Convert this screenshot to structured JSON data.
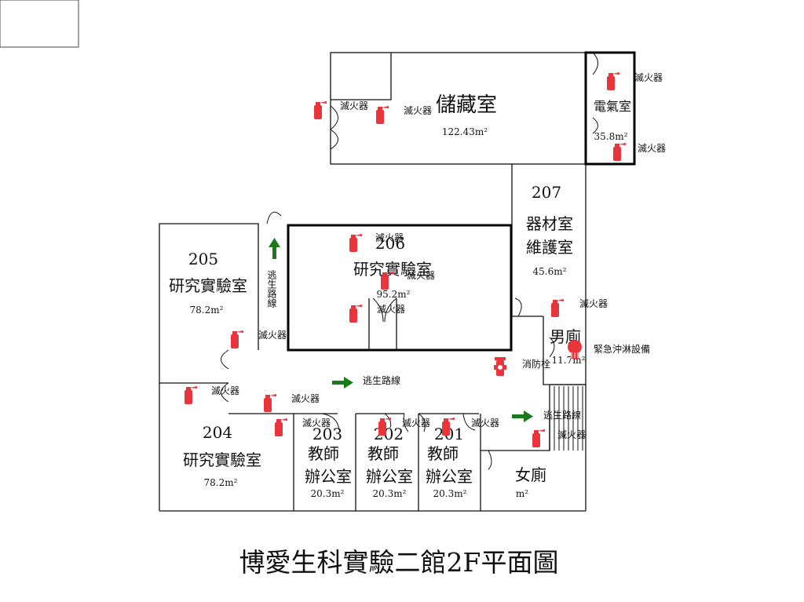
{
  "title": "博愛生科實驗二館2F平面圖",
  "labels": {
    "extinguisher": "滅火器",
    "hydrant": "消防栓",
    "emergency_shower": "緊急沖淋設備",
    "escape_route": "逃生路線"
  },
  "rooms": {
    "storage": {
      "name": "儲藏室",
      "area": "122.43m²"
    },
    "electrical": {
      "name": "電氣室",
      "area": "35.8m²"
    },
    "r207": {
      "number": "207",
      "name_line1": "器材室",
      "name_line2": "維護室",
      "area": "45.6m²"
    },
    "r206": {
      "number": "206",
      "name": "研究實驗室",
      "area": "95.2m²"
    },
    "r205": {
      "number": "205",
      "name": "研究實驗室",
      "area": "78.2m²"
    },
    "r204": {
      "number": "204",
      "name": "研究實驗室",
      "area": "78.2m²"
    },
    "r203": {
      "number": "203",
      "name_line1": "教師",
      "name_line2": "辦公室",
      "area": "20.3m²"
    },
    "r202": {
      "number": "202",
      "name_line1": "教師",
      "name_line2": "辦公室",
      "area": "20.3m²"
    },
    "r201": {
      "number": "201",
      "name_line1": "教師",
      "name_line2": "辦公室",
      "area": "20.3m²"
    },
    "mens_restroom": {
      "name": "男廁",
      "area": "11.7m²"
    },
    "womens_restroom": {
      "name": "女廁",
      "area": "m²"
    }
  },
  "colors": {
    "extinguisher": "#e8343a",
    "arrow": "#1a7a1a",
    "wall": "#111111"
  }
}
